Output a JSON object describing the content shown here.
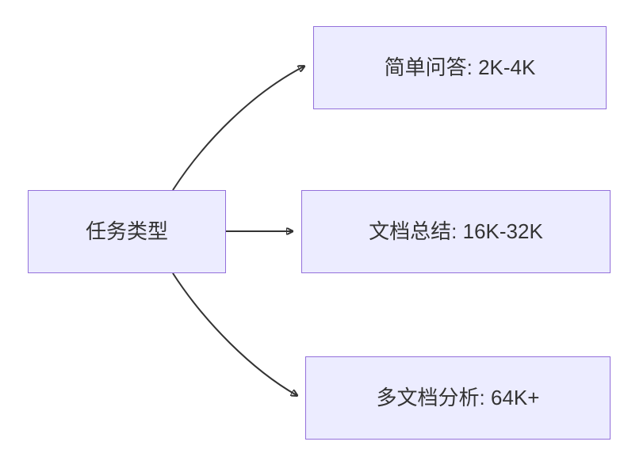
{
  "diagram": {
    "root": {
      "label": "任务类型"
    },
    "nodes": [
      {
        "label": "简单问答: 2K-4K"
      },
      {
        "label": "文档总结: 16K-32K"
      },
      {
        "label": "多文档分析: 64K+"
      }
    ],
    "colors": {
      "node_fill": "#ECECFF",
      "node_border": "#9370DB",
      "text": "#333333",
      "arrow": "#333333"
    }
  }
}
